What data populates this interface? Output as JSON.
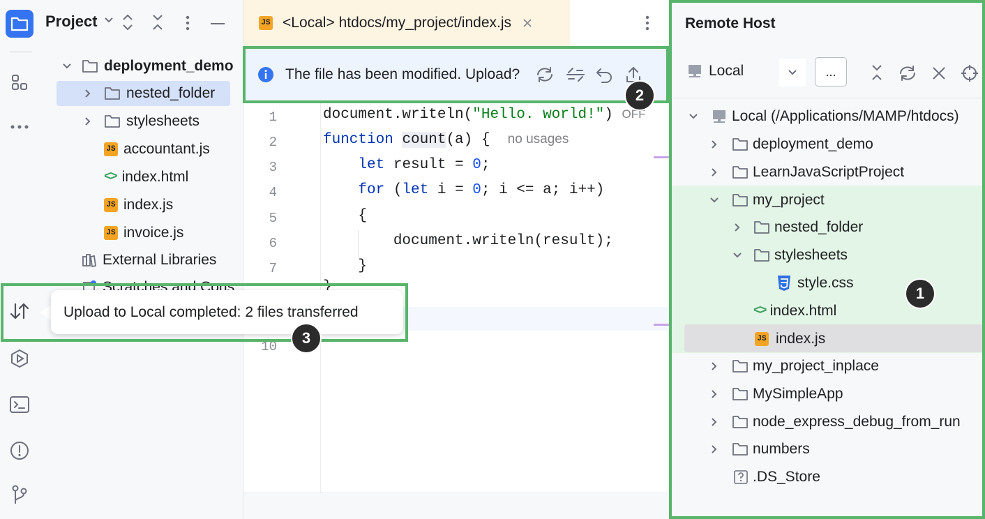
{
  "project_panel": {
    "title": "Project",
    "tree": [
      {
        "label": "deployment_demo",
        "kind": "folder",
        "bold": true,
        "expanded": true
      },
      {
        "label": "nested_folder",
        "kind": "folder",
        "selected": true
      },
      {
        "label": "stylesheets",
        "kind": "folder"
      },
      {
        "label": "accountant.js",
        "kind": "js"
      },
      {
        "label": "index.html",
        "kind": "html"
      },
      {
        "label": "index.js",
        "kind": "js"
      },
      {
        "label": "invoice.js",
        "kind": "js"
      },
      {
        "label": "External Libraries",
        "kind": "library"
      },
      {
        "label": "Scratches and Cons",
        "kind": "scratch"
      }
    ]
  },
  "editor": {
    "tab_badge": "JS",
    "tab_title": "<Local> htdocs/my_project/index.js",
    "banner_text": "The file has been modified. Upload?",
    "off_label": "OFF",
    "line_numbers": [
      "1",
      "2",
      "3",
      "4",
      "5",
      "6",
      "7",
      "10"
    ],
    "hint_no_usages": "no usages"
  },
  "toast": {
    "message": "Upload to Local completed: 2 files transferred"
  },
  "remote_host": {
    "title": "Remote Host",
    "server_label": "Local",
    "more_button": "...",
    "root": "Local (/Applications/MAMP/htdocs)",
    "tree": [
      {
        "label": "deployment_demo",
        "kind": "folder"
      },
      {
        "label": "LearnJavaScriptProject",
        "kind": "folder"
      },
      {
        "label": "my_project",
        "kind": "folder",
        "expanded": true
      },
      {
        "label": "nested_folder",
        "kind": "folder"
      },
      {
        "label": "stylesheets",
        "kind": "folder",
        "expanded": true
      },
      {
        "label": "style.css",
        "kind": "css"
      },
      {
        "label": "index.html",
        "kind": "html"
      },
      {
        "label": "index.js",
        "kind": "js",
        "selected": true
      },
      {
        "label": "my_project_inplace",
        "kind": "folder"
      },
      {
        "label": "MySimpleApp",
        "kind": "folder"
      },
      {
        "label": "node_express_debug_from_run",
        "kind": "folder"
      },
      {
        "label": "numbers",
        "kind": "folder"
      },
      {
        "label": ".DS_Store",
        "kind": "unknown"
      }
    ]
  },
  "callouts": [
    "1",
    "2",
    "3"
  ],
  "colors": {
    "accent": "#3574f0",
    "frame": "#58b56b",
    "changed_bg": "#e3f5e6",
    "selection": "#d5e1f9",
    "js_badge": "#f4a425"
  }
}
